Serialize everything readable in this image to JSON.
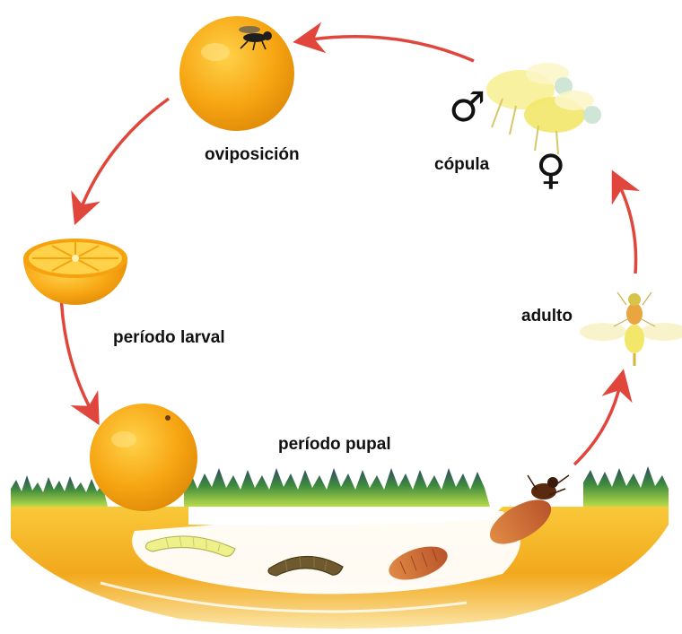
{
  "labels": {
    "oviposicion": "oviposición",
    "copula": "cópula",
    "periodo_larval": "período larval",
    "periodo_pupal": "período pupal",
    "adulto": "adulto"
  },
  "symbols": {
    "male": "♂",
    "female": "♀"
  },
  "colors": {
    "orange_fruit": "#f7a613",
    "soil": "#f2b01e",
    "arrow": "#e0463b",
    "grass": "#4c9a3c",
    "fly_body": "#f2e76a",
    "larva": "#eef08a",
    "pupa": "#c8632d"
  },
  "icons": [
    "orange-fruit-icon",
    "fly-icon",
    "mating-flies-icon",
    "halved-orange-icon",
    "larva-icon",
    "pupa-icon",
    "emerging-fly-icon"
  ]
}
